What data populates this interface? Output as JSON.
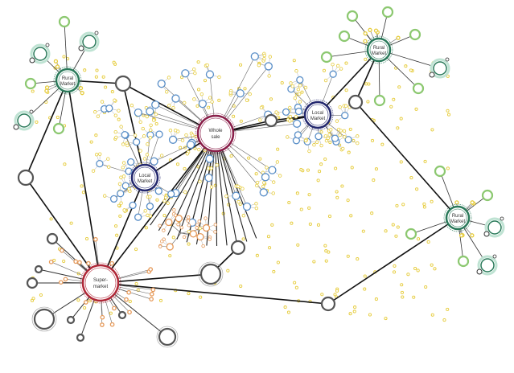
{
  "hubs": [
    {
      "id": "rural1",
      "label_lines": [
        "Rural",
        "Market"
      ],
      "kind": "rural"
    },
    {
      "id": "rural2",
      "label_lines": [
        "Rural",
        "Market"
      ],
      "kind": "rural"
    },
    {
      "id": "rural3",
      "label_lines": [
        "Rural",
        "Market"
      ],
      "kind": "rural"
    },
    {
      "id": "wholesale",
      "label_lines": [
        "Whole",
        "sale"
      ],
      "kind": "wholesale"
    },
    {
      "id": "local1",
      "label_lines": [
        "Local",
        "Market"
      ],
      "kind": "local"
    },
    {
      "id": "local2",
      "label_lines": [
        "Local",
        "Market"
      ],
      "kind": "local"
    },
    {
      "id": "supermarket",
      "label_lines": [
        "Super-",
        "market"
      ],
      "kind": "supermarket"
    }
  ],
  "colors": {
    "rural": "#2a7a5a",
    "wholesale": "#8a1f4a",
    "local": "#23286e",
    "supermarket": "#b02838",
    "connector": "#555555",
    "edge": "#111111",
    "blue": "#5a8fc8",
    "yellow": "#e6cc3c",
    "orange": "#e69a5a",
    "green": "#8cc870",
    "teal_halo": "#bfe3d3"
  }
}
